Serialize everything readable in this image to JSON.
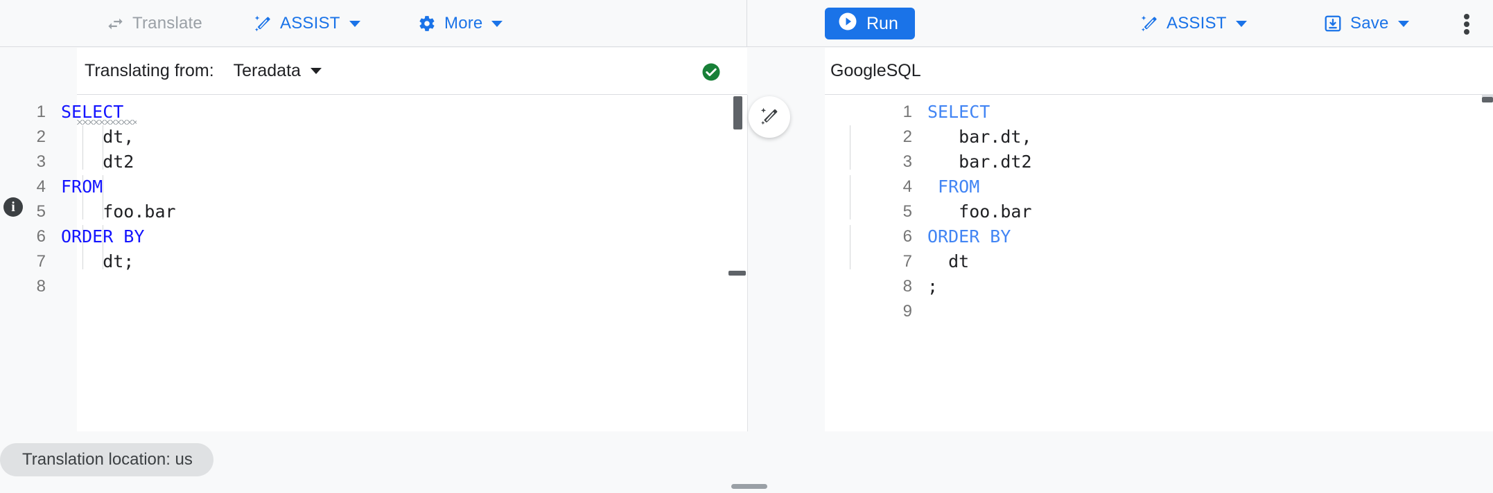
{
  "toolbar_left": {
    "translate": {
      "label": "Translate",
      "icon": "swap-horizontal-icon",
      "enabled": false
    },
    "assist": {
      "label": "ASSIST",
      "icon": "magic-wand-icon",
      "has_caret": true
    },
    "more": {
      "label": "More",
      "icon": "gear-icon",
      "has_caret": true
    }
  },
  "toolbar_right": {
    "run": {
      "label": "Run",
      "icon": "play-circle-icon"
    },
    "assist": {
      "label": "ASSIST",
      "icon": "magic-wand-icon",
      "has_caret": true
    },
    "save": {
      "label": "Save",
      "icon": "save-download-icon",
      "has_caret": true
    },
    "overflow": {
      "icon": "more-vert-icon"
    }
  },
  "source_panel": {
    "label": "Translating from:",
    "dialect": "Teradata",
    "status_icon": "check-circle-icon",
    "status_ok": true,
    "code_lines": [
      {
        "no": "1",
        "segments": [
          {
            "text": "SELECT",
            "kind": "keyword"
          }
        ]
      },
      {
        "no": "2",
        "segments": [
          {
            "text": "    dt,",
            "kind": "plain"
          }
        ]
      },
      {
        "no": "3",
        "segments": [
          {
            "text": "    dt2",
            "kind": "plain"
          }
        ]
      },
      {
        "no": "4",
        "segments": [
          {
            "text": "FROM",
            "kind": "keyword"
          }
        ]
      },
      {
        "no": "5",
        "segments": [
          {
            "text": "    foo.bar",
            "kind": "plain"
          }
        ]
      },
      {
        "no": "6",
        "segments": [
          {
            "text": "ORDER BY",
            "kind": "keyword"
          }
        ]
      },
      {
        "no": "7",
        "segments": [
          {
            "text": "    dt;",
            "kind": "plain"
          }
        ]
      },
      {
        "no": "8",
        "segments": [
          {
            "text": "",
            "kind": "plain"
          }
        ]
      }
    ]
  },
  "target_panel": {
    "dialect": "GoogleSQL",
    "code_lines": [
      {
        "no": "1",
        "segments": [
          {
            "text": "SELECT",
            "kind": "keyword"
          }
        ]
      },
      {
        "no": "2",
        "segments": [
          {
            "text": "   bar.dt,",
            "kind": "plain"
          }
        ]
      },
      {
        "no": "3",
        "segments": [
          {
            "text": "   bar.dt2",
            "kind": "plain"
          }
        ]
      },
      {
        "no": "4",
        "segments": [
          {
            "text": " FROM",
            "kind": "keyword"
          }
        ]
      },
      {
        "no": "5",
        "segments": [
          {
            "text": "   foo.bar",
            "kind": "plain"
          }
        ]
      },
      {
        "no": "6",
        "segments": [
          {
            "text": "ORDER BY",
            "kind": "keyword"
          }
        ]
      },
      {
        "no": "7",
        "segments": [
          {
            "text": "  dt",
            "kind": "plain"
          }
        ]
      },
      {
        "no": "8",
        "segments": [
          {
            "text": ";",
            "kind": "plain"
          }
        ]
      },
      {
        "no": "9",
        "segments": [
          {
            "text": "",
            "kind": "plain"
          }
        ]
      }
    ]
  },
  "fab": {
    "icon": "magic-wand-icon",
    "name": "gemini-suggest-button"
  },
  "info_marker": {
    "icon": "info-icon",
    "line": "1"
  },
  "footer": {
    "location_chip": "Translation location: us"
  },
  "colors": {
    "accent_blue": "#1a73e8",
    "keyword_left": "#1414ff",
    "keyword_right": "#4285f4",
    "success_green": "#188038",
    "disabled_gray": "#9aa0a6",
    "surface": "#f8f9fa"
  }
}
